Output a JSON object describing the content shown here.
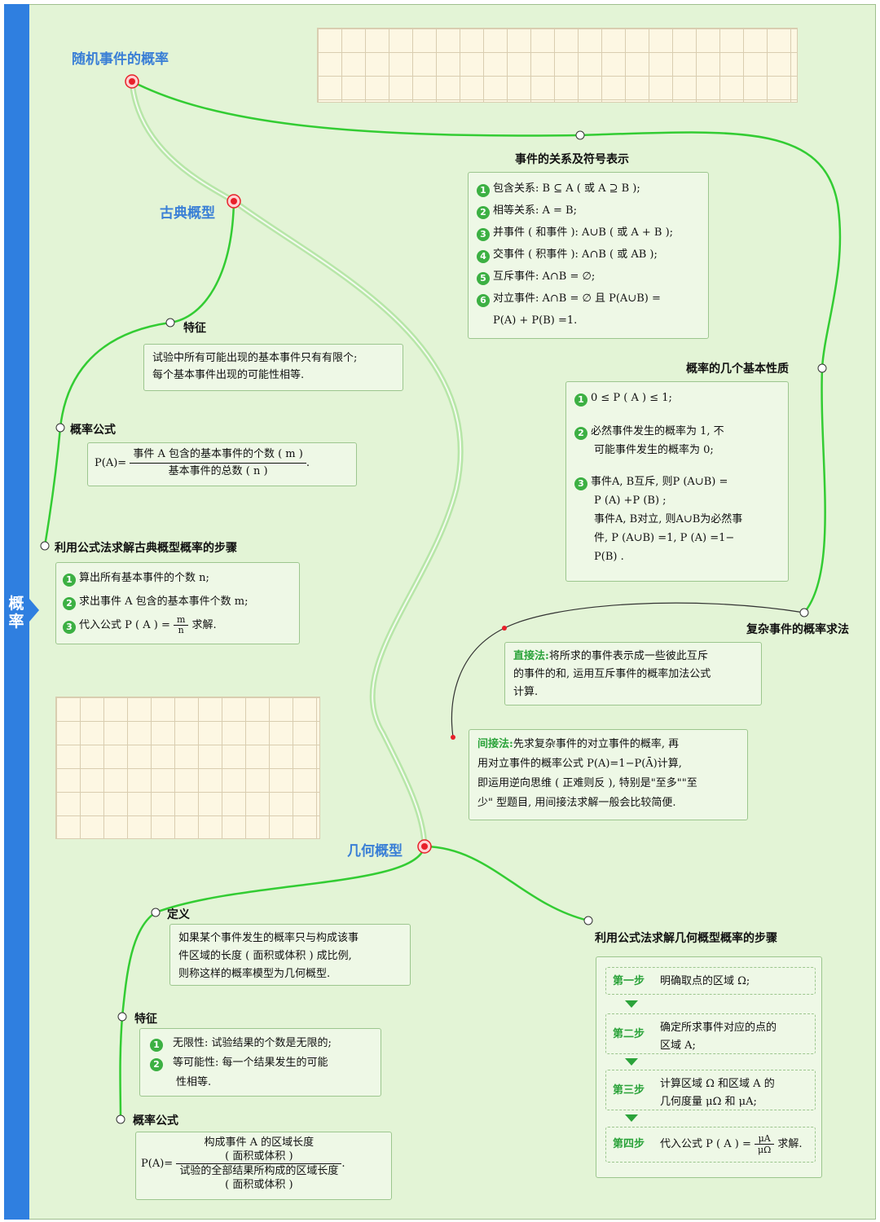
{
  "side_title": "概率",
  "main_topic": "随机事件的概率",
  "classical": {
    "title": "古典概型",
    "feature_label": "特征",
    "feature_lines": [
      "试验中所有可能出现的基本事件只有有限个;",
      "每个基本事件出现的可能性相等."
    ],
    "formula_label": "概率公式",
    "formula_lhs": "P(A)=",
    "formula_num": "事件 A 包含的基本事件的个数 ( m )",
    "formula_den": "基本事件的总数 ( n )",
    "steps_label": "利用公式法求解古典概型概率的步骤",
    "steps": [
      "算出所有基本事件的个数 n;",
      "求出事件 A 包含的基本事件个数 m;",
      "代入公式 P ( A ) = "
    ],
    "step3_num": "m",
    "step3_den": "n",
    "step3_tail": " 求解."
  },
  "relations": {
    "title": "事件的关系及符号表示",
    "items": [
      "包含关系: B ⊆ A ( 或 A ⊇ B );",
      "相等关系: A = B;",
      "并事件 ( 和事件 ): A∪B ( 或 A + B );",
      "交事件 ( 积事件 ): A∩B ( 或 AB );",
      "互斥事件: A∩B = ∅;",
      "对立事件: A∩B = ∅ 且 P(A∪B) ="
    ],
    "item6_cont": "P(A) + P(B) =1."
  },
  "properties": {
    "title": "概率的几个基本性质",
    "p1": "0 ≤ P ( A ) ≤ 1;",
    "p2": [
      "必然事件发生的概率为 1, 不",
      "可能事件发生的概率为 0;"
    ],
    "p3": [
      "事件A, B互斥, 则P (A∪B) =",
      "P (A) +P (B) ;",
      "事件A, B对立, 则A∪B为必然事",
      "件, P (A∪B) =1, P (A) =1−",
      "P(B) ."
    ]
  },
  "complex": {
    "title": "复杂事件的概率求法",
    "direct_label": "直接法:",
    "direct_lines": [
      "将所求的事件表示成一些彼此互斥",
      "的事件的和, 运用互斥事件的概率加法公式",
      "计算."
    ],
    "indirect_label": "间接法:",
    "indirect_lines": [
      "先求复杂事件的对立事件的概率, 再",
      "用对立事件的概率公式 P(A)=1−P(Ā)计算,",
      "即运用逆向思维 ( 正难则反 ), 特别是\"至多\"\"至",
      "少\" 型题目, 用间接法求解一般会比较简便."
    ]
  },
  "geometric": {
    "title": "几何概型",
    "def_label": "定义",
    "def_lines": [
      "如果某个事件发生的概率只与构成该事",
      "件区域的长度 ( 面积或体积 ) 成比例,",
      "则称这样的概率模型为几何概型."
    ],
    "feature_label": "特征",
    "feature_items": [
      "无限性: 试验结果的个数是无限的;",
      "等可能性: 每一个结果发生的可能"
    ],
    "feature_item2_cont": "性相等.",
    "formula_label": "概率公式",
    "formula_lhs": "P(A)=",
    "formula_num": [
      "构成事件 A 的区域长度",
      "( 面积或体积 )"
    ],
    "formula_den": [
      "试验的全部结果所构成的区域长度",
      "( 面积或体积 )"
    ],
    "steps_label": "利用公式法求解几何概型概率的步骤",
    "steps": [
      {
        "label": "第一步",
        "lines": [
          "明确取点的区域 Ω;"
        ]
      },
      {
        "label": "第二步",
        "lines": [
          "确定所求事件对应的点的",
          "区域 A;"
        ]
      },
      {
        "label": "第三步",
        "lines": [
          "计算区域 Ω 和区域 A 的",
          "几何度量 μΩ 和 μA;"
        ]
      },
      {
        "label": "第四步",
        "lines": [
          "代入公式 P ( A ) = "
        ]
      }
    ],
    "step4_num": "μA",
    "step4_den": "μΩ",
    "step4_tail": " 求解."
  },
  "colors": {
    "accent": "#3a7fd6",
    "line": "#33cc33",
    "node": "#e8202a",
    "sidebar": "#2f7fe0",
    "bg": "#e3f4d6"
  }
}
